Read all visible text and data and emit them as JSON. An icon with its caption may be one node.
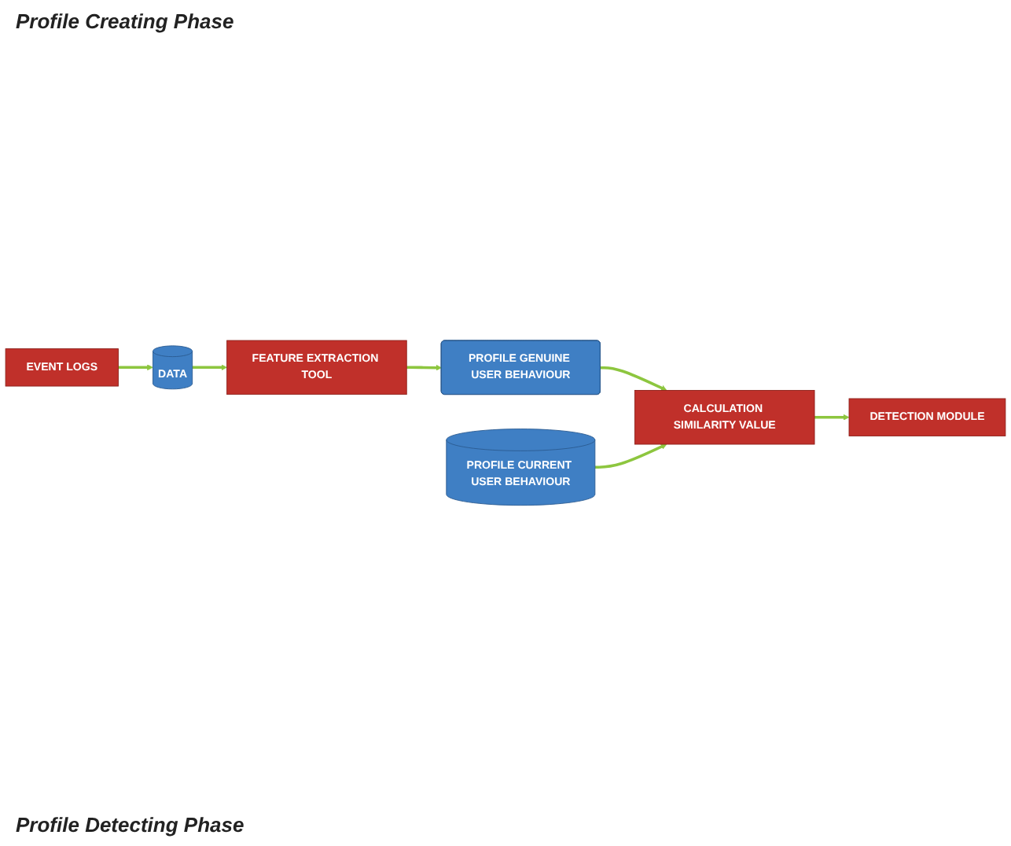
{
  "diagram": {
    "nodes": [
      {
        "text": [
          "EVENT LOGS"
        ]
      },
      {
        "text": [
          "DATA"
        ]
      },
      {
        "text": [
          "FEATURE EXTRACTION TOOL"
        ]
      },
      {
        "text": [
          "PROFILE GENUINE USER BEHAVIOUR"
        ]
      },
      {
        "text": [
          "PROFILE CURRENT USER BEHAVIOUR"
        ]
      },
      {
        "text": [
          "CALCULATION SIMILARITY VALUE"
        ]
      },
      {
        "text": [
          "DETECTION MODULE"
        ]
      }
    ],
    "edges": [
      {
        "from": 0,
        "to": 1,
        "arrow": "to"
      },
      {
        "from": 1,
        "to": 2,
        "arrow": "to"
      },
      {
        "from": 2,
        "to": 3,
        "arrow": "to"
      },
      {
        "from": 3,
        "to": 5,
        "arrow": "to"
      },
      {
        "from": 4,
        "to": 5,
        "arrow": "to"
      },
      {
        "from": 5,
        "to": 6,
        "arrow": "to"
      }
    ],
    "labels": [
      "Profile Creating Phase",
      "Profile Detecting Phase"
    ]
  }
}
